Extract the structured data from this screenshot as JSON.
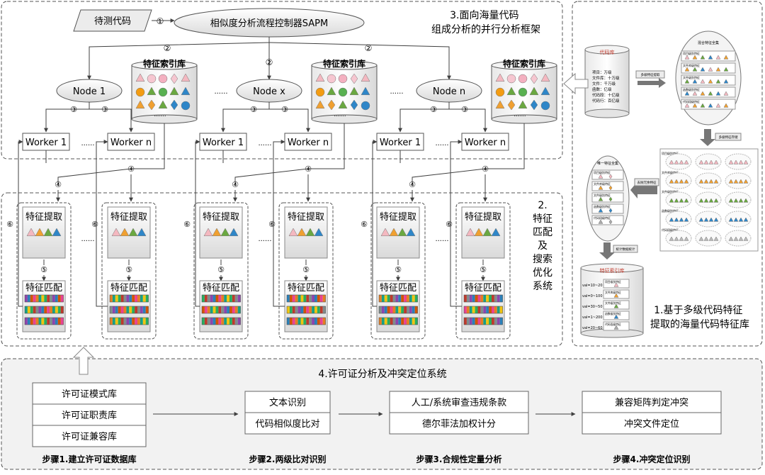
{
  "sections": {
    "s1": "1.基于多级代码特征\n提取的海量代码特征库",
    "s2": "2.\n特征\n匹配\n及\n搜索\n优化\n系统",
    "s3": "3.面向海量代码\n组成分析的并行分析框架",
    "s4": "4.许可证分析及冲突定位系统"
  },
  "top": {
    "input": "待测代码",
    "controller": "相似度分析流程控制器SAPM"
  },
  "nodes": [
    "Node 1",
    "Node x",
    "Node n"
  ],
  "worker_first": "Worker 1",
  "worker_last": "Worker n",
  "feature_db": "特征索引库",
  "ellipsis": "……",
  "small_ellipsis": "......",
  "markers": [
    "①",
    "②",
    "③",
    "④",
    "⑤",
    "⑥"
  ],
  "module": {
    "extract": "特征提取",
    "match": "特征匹配"
  },
  "steps": [
    {
      "label": "步骤1.建立许可证数据库",
      "items": [
        "许可证模式库",
        "许可证职责库",
        "许可证兼容库"
      ]
    },
    {
      "label": "步骤2.两级比对识别",
      "items": [
        "文本识别",
        "代码相似度比对"
      ]
    },
    {
      "label": "步骤3.合规性定量分析",
      "items": [
        "人工/系统审查违规条款",
        "德尔菲法加权计分"
      ]
    },
    {
      "label": "步骤4.冲突定位识别",
      "items": [
        "兼容矩阵判定冲突",
        "冲突文件定位"
      ]
    }
  ],
  "right": {
    "codebase_title": "代码库",
    "codebase_stats": [
      "项目：万级",
      "文件库：十万级",
      "文件：千万级",
      "函数：亿级",
      "代码段：十亿级",
      "代码行：百亿级"
    ],
    "op1": "多级特征提取",
    "op2": "多级特征存储",
    "op3": "去除冗余特征",
    "op4": "统计数据统计",
    "all_features": "混合特征全集",
    "unique_set": "唯一特征全集",
    "index_db": "特征索引库",
    "feature_levels": [
      "项目级别特征",
      "文件库级特征",
      "文件级别特征",
      "函数级别特征",
      "代码段级特征"
    ],
    "val_labels": [
      "val=10~20",
      "val=0~100",
      "val=30~50",
      "val=1~200",
      "val=20~60"
    ]
  },
  "colors": {
    "triangle_pink": "#f4b8c0",
    "triangle_orange": "#f0a030",
    "triangle_green": "#6aa840",
    "triangle_blue": "#2e86c8",
    "circle_orange": "#f39c12",
    "circle_green": "#58b050",
    "diamond_pink": "#f6c6d0",
    "diamond_green": "#5cb85c",
    "arrow_gray": "#808080",
    "line": "#404040"
  }
}
